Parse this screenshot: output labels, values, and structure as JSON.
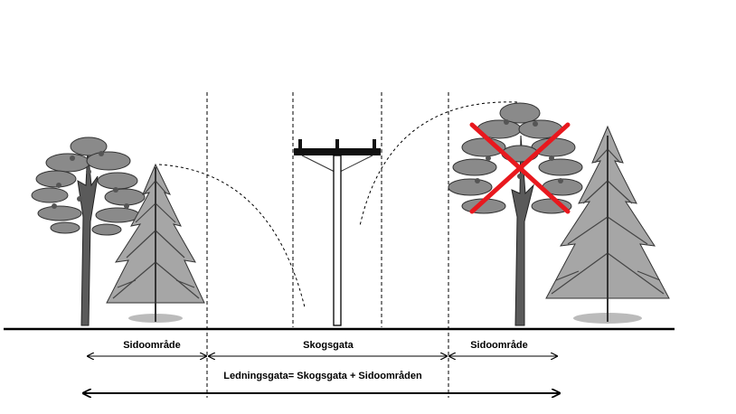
{
  "labels": {
    "side_left": "Sidoområde",
    "center": "Skogsgata",
    "side_right": "Sidoområde",
    "total": "Ledningsgata= Skogsgata + Sidoområden"
  },
  "colors": {
    "line": "#000000",
    "cross": "#e8181e",
    "tree_dark": "#4a4a4a",
    "tree_light": "#9a9a9a",
    "trunk": "#5a5a5a"
  },
  "icons": {
    "left_tree_1": "deciduous-tree-icon",
    "left_tree_2": "conifer-tree-icon",
    "right_tree_1": "deciduous-tree-icon",
    "right_tree_2": "conifer-tree-icon",
    "pole": "power-pole-icon",
    "cross": "red-x-icon"
  }
}
